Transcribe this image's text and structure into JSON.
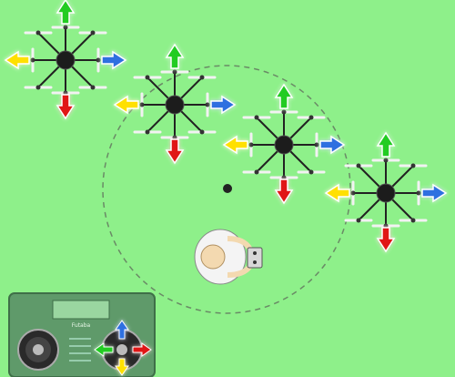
{
  "scene": {
    "background_color": "#8ef08a",
    "arrow_colors": {
      "forward": "#22cc22",
      "backward": "#e01818",
      "left": "#ffe000",
      "right": "#2f6fe0"
    },
    "drone_count": 4,
    "arrows_per_drone": [
      "forward",
      "backward",
      "left",
      "right"
    ]
  },
  "transmitter": {
    "brand_text": "Futaba",
    "stick_arrow_colors": [
      "#2f6fe0",
      "#ffe000",
      "#22cc22",
      "#e01818"
    ]
  }
}
